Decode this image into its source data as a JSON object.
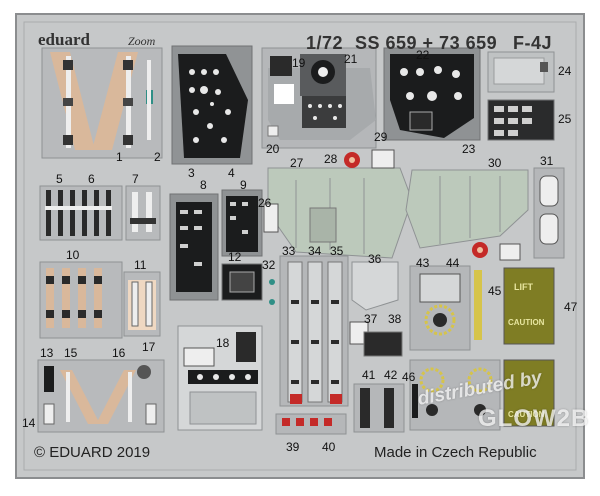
{
  "header": {
    "brand": "eduard",
    "brand_tag": "Zoom",
    "scale": "1/72",
    "set_code": "SS 659 + 73 659",
    "model": "F-4J"
  },
  "footer": {
    "copyright": "© EDUARD 2019",
    "origin": "Made in Czech Republic"
  },
  "watermark": {
    "line1": "distributed by",
    "line2": "GLOW2B"
  },
  "part_numbers": [
    "1",
    "2",
    "3",
    "4",
    "5",
    "6",
    "7",
    "8",
    "9",
    "10",
    "11",
    "12",
    "13",
    "14",
    "15",
    "16",
    "17",
    "18",
    "19",
    "20",
    "21",
    "22",
    "23",
    "24",
    "25",
    "26",
    "27",
    "28",
    "29",
    "30",
    "31",
    "32",
    "33",
    "34",
    "35",
    "36",
    "37",
    "38",
    "39",
    "40",
    "41",
    "42",
    "43",
    "44",
    "45",
    "46",
    "47"
  ],
  "placards": {
    "lift": "LIFT",
    "caution": "CAUTION"
  },
  "colors": {
    "fret": "#c6c8c9",
    "frame": "#9a9c9e",
    "panel": "#8f9294",
    "panel_dark": "#1b1c1d",
    "cockpit_green": "#bcc9bb",
    "belt_tan": "#d9b89b",
    "belt_peach": "#efd8c2",
    "ejection_yellow": "#d6c44a",
    "placard_olive": "#7f7d24",
    "red": "#c42a28"
  }
}
